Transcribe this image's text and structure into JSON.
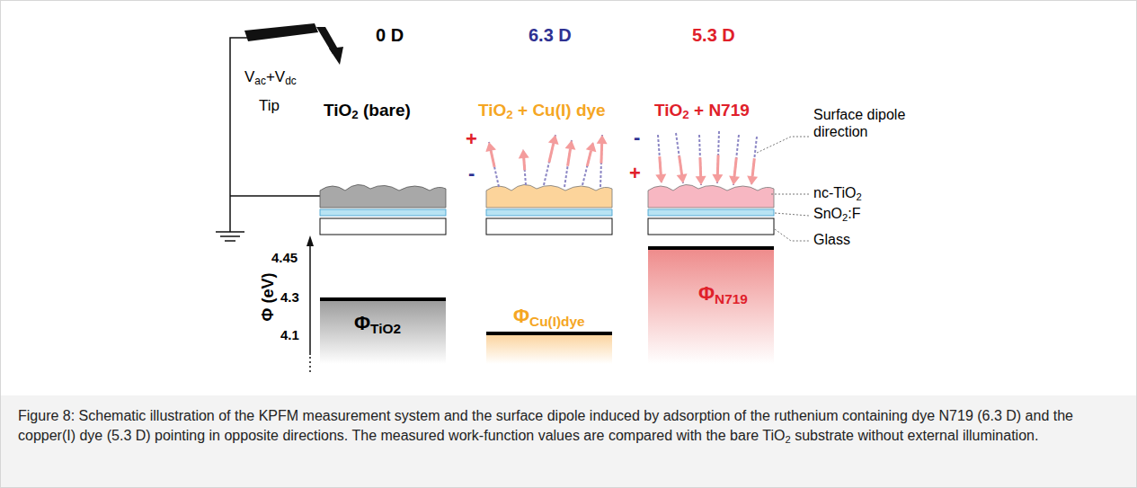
{
  "diagram": {
    "caption": "Figure 8: Schematic illustration of the KPFM measurement system and the surface dipole induced by adsorption of the ruthenium containing dye N719 (6.3 D) and the copper(I) dye (5.3 D) pointing in opposite directions. The measured work-function values are compared with the bare TiO2 substrate without external illumination.",
    "nodes": [
      {
        "text": [
          "ΦTiO2"
        ]
      },
      {
        "text": [
          "ΦCu(I)dye"
        ]
      },
      {
        "text": [
          "ΦN719"
        ]
      }
    ],
    "labels": [
      "0 D",
      "6.3 D",
      "5.3 D",
      "Vac+Vdc",
      "Tip",
      "TiO2 (bare)",
      "TiO2 + Cu(I) dye",
      "TiO2 + N719",
      "+",
      "-",
      "-",
      "+",
      "Surface dipole direction",
      "nc-TiO2",
      "SnO2:F",
      "Glass",
      "Φ (eV)",
      "4.45",
      "4.3",
      "4.1"
    ]
  }
}
